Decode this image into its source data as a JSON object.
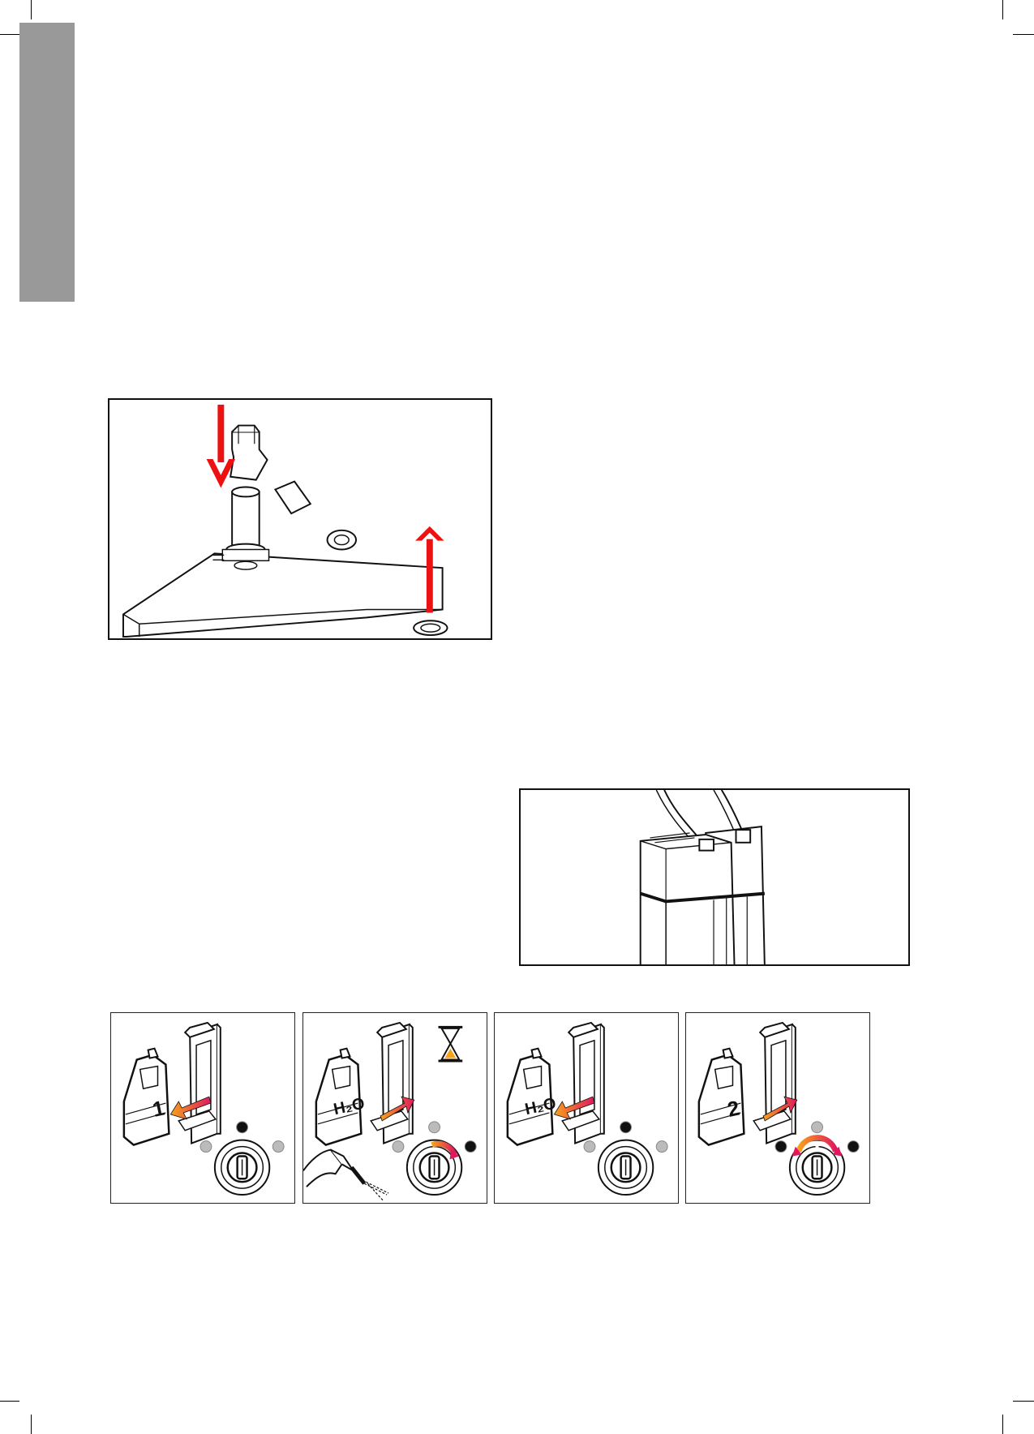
{
  "page": {
    "side_tab_color": "#999999"
  },
  "figures": {
    "filter_assembly": {
      "arrow_color": "#ee1111"
    },
    "canisters": {},
    "steps": [
      {
        "cartridge_label": "1",
        "has_hourglass": false,
        "dial_active": "top",
        "has_spray_gun": false
      },
      {
        "cartridge_label": "H₂O",
        "has_hourglass": true,
        "dial_active": "right",
        "has_spray_gun": true
      },
      {
        "cartridge_label": "H₂O",
        "has_hourglass": false,
        "dial_active": "top",
        "has_spray_gun": false
      },
      {
        "cartridge_label": "2",
        "has_hourglass": false,
        "dial_active": "both",
        "has_spray_gun": false
      }
    ],
    "colors": {
      "gradient_start": "#f7a21b",
      "gradient_end": "#e0195f",
      "line": "#111111"
    }
  },
  "icons": [
    "hourglass-icon",
    "arrow-down-icon",
    "arrow-up-icon",
    "nozzle-icon"
  ]
}
